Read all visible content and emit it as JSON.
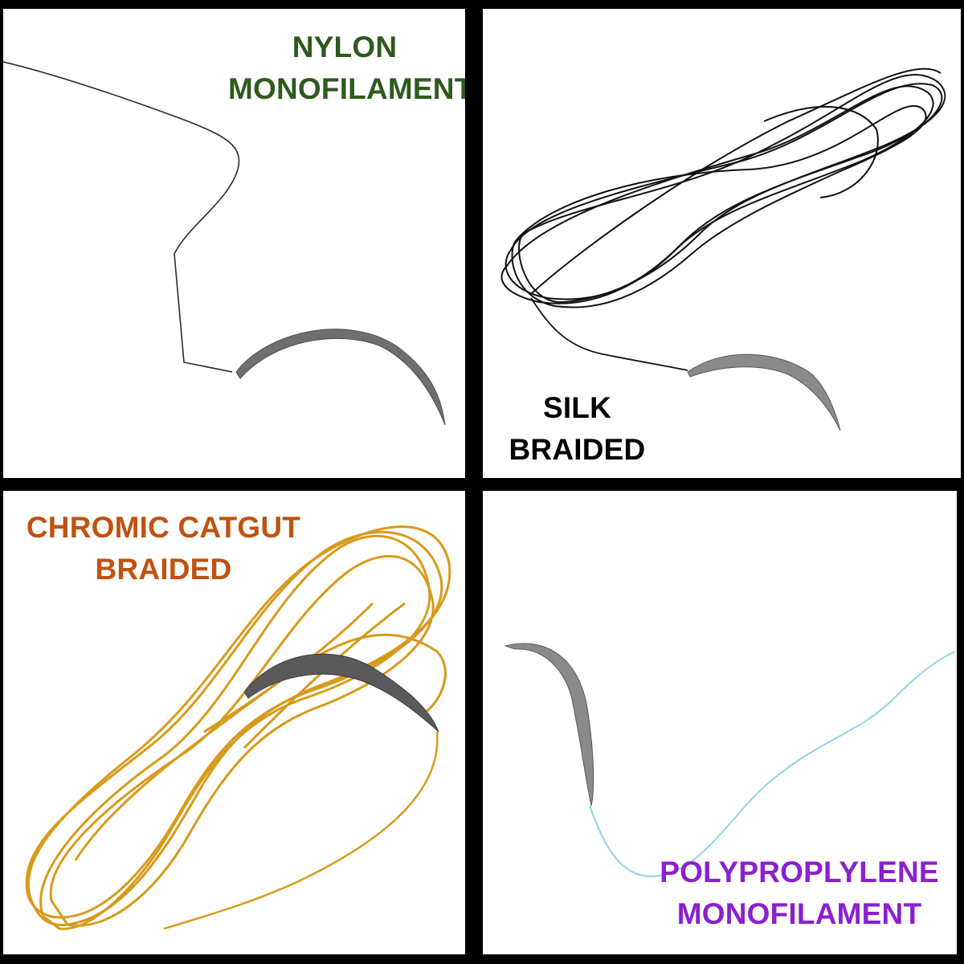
{
  "panels": {
    "nylon": {
      "line1": "NYLON",
      "line2": "MONOFILAMENT",
      "label_color": "#2f5a1e"
    },
    "silk": {
      "line1": "SILK",
      "line2": "BRAIDED",
      "label_color": "#000000"
    },
    "catgut": {
      "line1": "CHROMIC CATGUT",
      "line2": "BRAIDED",
      "label_color": "#c0520f"
    },
    "poly": {
      "line1": "POLYPROPLYLENE",
      "line2": "MONOFILAMENT",
      "label_color": "#8b1fd1"
    }
  },
  "colors": {
    "background": "#000000",
    "panel": "#ffffff",
    "needle": "#6f6f6f",
    "nylon_thread": "#2a2a2a",
    "silk_thread": "#111111",
    "catgut_thread": "#d89a1a",
    "poly_thread": "#8fd3e6"
  }
}
